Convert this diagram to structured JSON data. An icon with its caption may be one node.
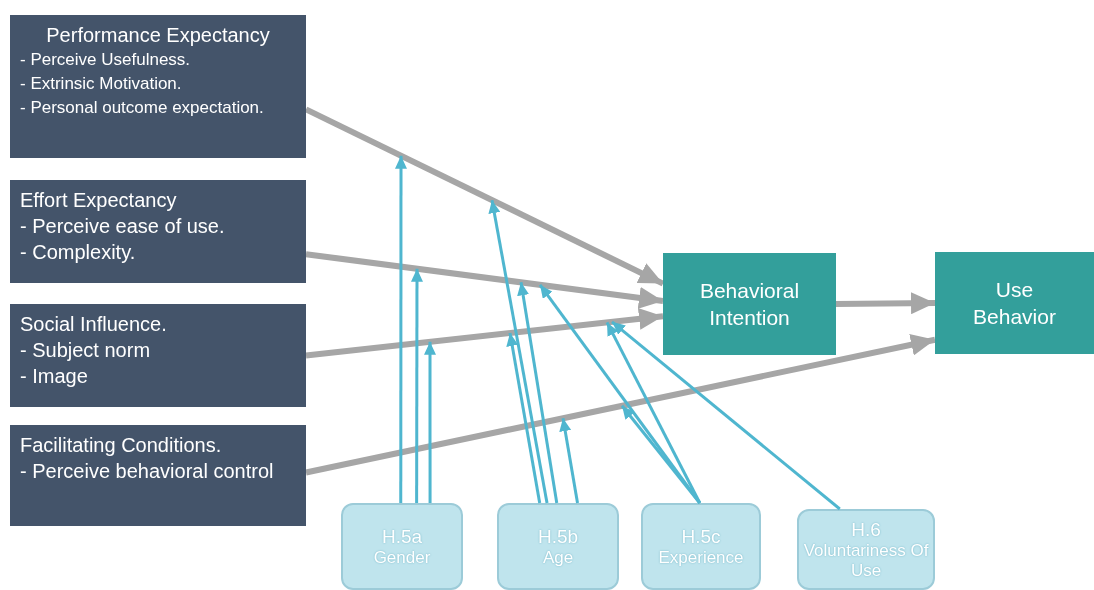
{
  "diagram": {
    "nodes": [
      {
        "text": [
          "Performance Expectancy",
          "- Perceive Usefulness.",
          "- Extrinsic Motivation.",
          "- Personal outcome expectation."
        ]
      },
      {
        "text": [
          "Effort Expectancy",
          "- Perceive ease of use.",
          "- Complexity."
        ]
      },
      {
        "text": [
          "Social Influence.",
          "- Subject norm",
          "- Image"
        ]
      },
      {
        "text": [
          "Facilitating Conditions.",
          "- Perceive behavioral control"
        ]
      },
      {
        "text": [
          "Behavioral Intention"
        ]
      },
      {
        "text": [
          "Use Behavior"
        ]
      },
      {
        "text": [
          "H.5a",
          "Gender"
        ]
      },
      {
        "text": [
          "H.5b",
          "Age"
        ]
      },
      {
        "text": [
          "H.5c",
          "Experience"
        ]
      },
      {
        "text": [
          "H.6",
          "Voluntariness Of Use"
        ]
      }
    ],
    "edges": [
      {
        "from": 0,
        "to": 4,
        "arrow": "to",
        "style": "thick",
        "color": "#a6a6a6"
      },
      {
        "from": 1,
        "to": 4,
        "arrow": "to",
        "style": "thick",
        "color": "#a6a6a6"
      },
      {
        "from": 2,
        "to": 4,
        "arrow": "to",
        "style": "thick",
        "color": "#a6a6a6"
      },
      {
        "from": 3,
        "to": 5,
        "arrow": "to",
        "style": "thick",
        "color": "#a6a6a6"
      },
      {
        "from": 4,
        "to": 5,
        "arrow": "to",
        "style": "thick",
        "color": "#a6a6a6"
      },
      {
        "from": 6,
        "to": null,
        "arrow": "to"
      },
      {
        "from": 6,
        "to": null,
        "arrow": "to"
      },
      {
        "from": 6,
        "to": null,
        "arrow": "to"
      },
      {
        "from": 7,
        "to": null,
        "arrow": "to"
      },
      {
        "from": 7,
        "to": null,
        "arrow": "to"
      },
      {
        "from": 7,
        "to": null,
        "arrow": "to"
      },
      {
        "from": 7,
        "to": null,
        "arrow": "to"
      },
      {
        "from": 8,
        "to": null,
        "arrow": "to"
      },
      {
        "from": 8,
        "to": null,
        "arrow": "to"
      },
      {
        "from": 8,
        "to": null,
        "arrow": "to"
      },
      {
        "from": 9,
        "to": null,
        "arrow": "to"
      }
    ]
  }
}
